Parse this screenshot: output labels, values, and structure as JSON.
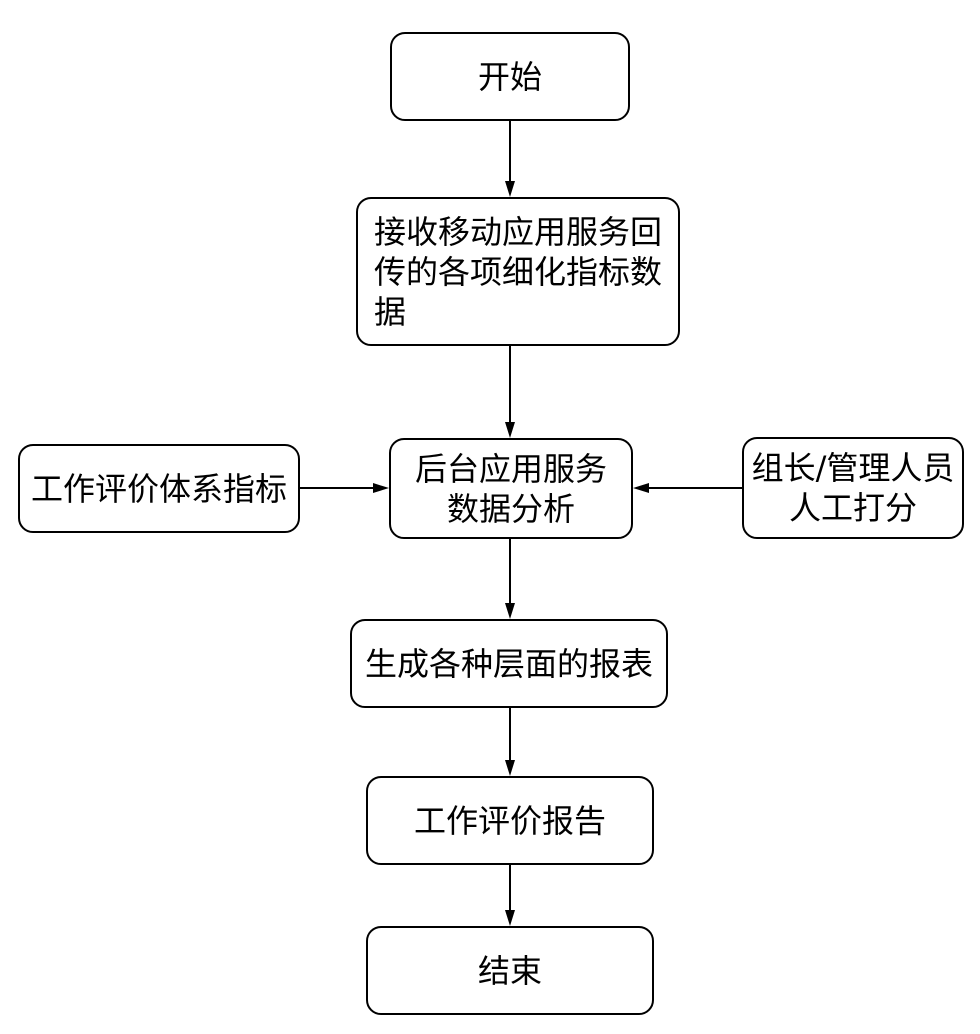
{
  "flowchart": {
    "nodes": {
      "start": "开始",
      "receive_data": "接收移动应用服务回\n传的各项细化指标数\n据",
      "analysis": "后台应用服务\n数据分析",
      "indicators": "工作评价体系指标",
      "manual_scoring": "组长/管理人员\n人工打分",
      "reports": "生成各种层面的报表",
      "evaluation_report": "工作评价报告",
      "end": "结束"
    },
    "edges": [
      {
        "from": "start",
        "to": "receive_data"
      },
      {
        "from": "receive_data",
        "to": "analysis"
      },
      {
        "from": "indicators",
        "to": "analysis"
      },
      {
        "from": "manual_scoring",
        "to": "analysis"
      },
      {
        "from": "analysis",
        "to": "reports"
      },
      {
        "from": "reports",
        "to": "evaluation_report"
      },
      {
        "from": "evaluation_report",
        "to": "end"
      }
    ]
  }
}
